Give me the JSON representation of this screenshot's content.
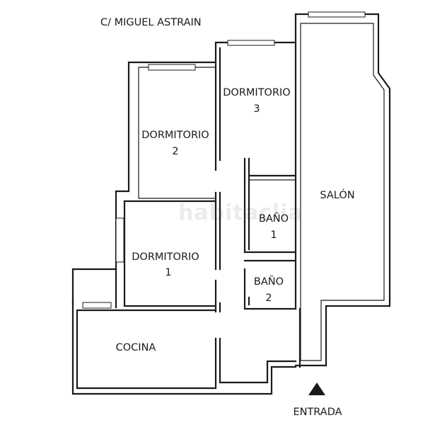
{
  "street": "C/ MIGUEL ASTRAIN",
  "watermark": "habitaclia",
  "entrance": "ENTRADA",
  "rooms": {
    "dormitorio3": {
      "line1": "DORMITORIO",
      "line2": "3"
    },
    "dormitorio2": {
      "line1": "DORMITORIO",
      "line2": "2"
    },
    "dormitorio1": {
      "line1": "DORMITORIO",
      "line2": "1"
    },
    "bano1": {
      "line1": "BAÑO",
      "line2": "1"
    },
    "bano2": {
      "line1": "BAÑO",
      "line2": "2"
    },
    "cocina": {
      "line1": "COCINA"
    },
    "salon": {
      "line1": "SALÓN"
    }
  }
}
